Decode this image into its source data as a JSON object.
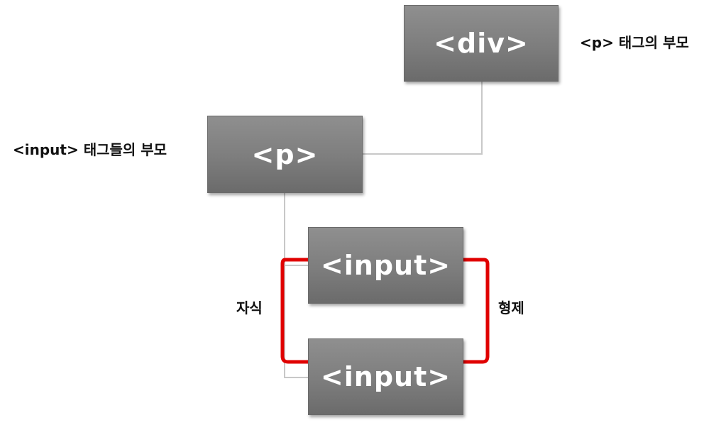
{
  "nodes": {
    "div": "<div>",
    "p": "<p>",
    "input_1": "<input>",
    "input_2": "<input>"
  },
  "annotations": {
    "div_note": "<p> 태그의 부모",
    "p_note": "<input> 태그들의 부모",
    "child": "자식",
    "sibling": "형제"
  },
  "colors": {
    "node_fill": "#7d7d7d",
    "connector_line": "#c8c8c8",
    "bracket": "#e00000",
    "node_text": "#ffffff"
  }
}
